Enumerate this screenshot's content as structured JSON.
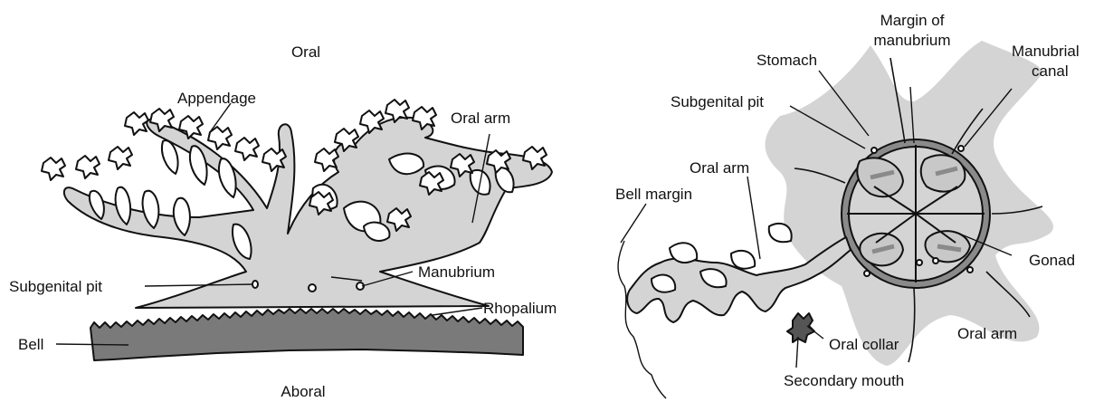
{
  "colors": {
    "tissue": "#d4d4d4",
    "bell": "#7a7a7a",
    "outline": "#111111",
    "gonad_band": "#8a8a8a",
    "background": "#ffffff"
  },
  "left_figure": {
    "top_label": "Oral",
    "bottom_label": "Aboral",
    "labels": {
      "appendage": "Appendage",
      "oral_arm": "Oral arm",
      "subgenital_pit": "Subgenital pit",
      "manubrium": "Manubrium",
      "rhopalium": "Rhopalium",
      "bell": "Bell"
    }
  },
  "right_figure": {
    "labels": {
      "margin_of_manubrium_line1": "Margin of",
      "margin_of_manubrium_line2": "manubrium",
      "stomach": "Stomach",
      "manubrial_canal_line1": "Manubrial",
      "manubrial_canal_line2": "canal",
      "subgenital_pit": "Subgenital pit",
      "oral_arm_inner": "Oral arm",
      "bell_margin": "Bell margin",
      "gonad": "Gonad",
      "oral_arm_outer": "Oral arm",
      "oral_collar": "Oral collar",
      "secondary_mouth": "Secondary mouth"
    }
  }
}
